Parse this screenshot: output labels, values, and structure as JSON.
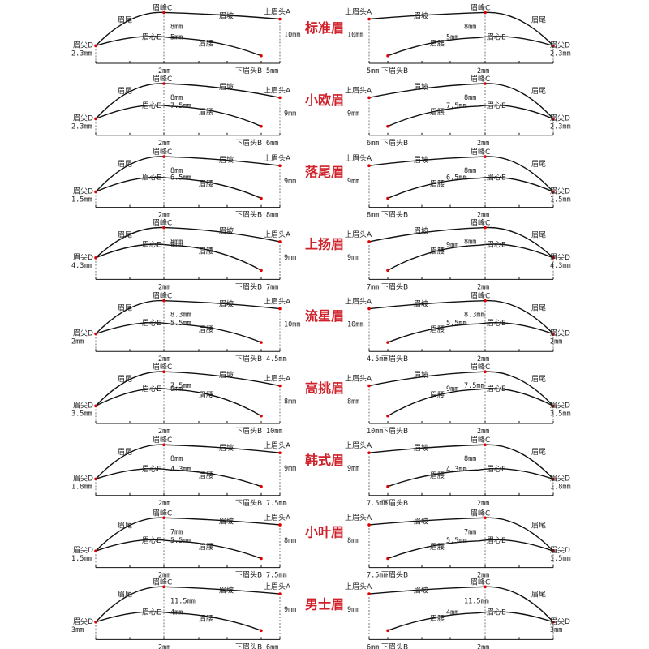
{
  "labels": {
    "tail": "眉尾",
    "peak": "眉峰C",
    "slope": "眉坡",
    "head_top": "上眉头A",
    "tip": "眉尖D",
    "center": "眉心E",
    "waist": "眉腰",
    "head_bottom": "下眉头B",
    "peak_offset": "2mm"
  },
  "rows": [
    {
      "name": "标准眉",
      "tip": "2.3mm",
      "peak_h": "8mm",
      "center_h": "5mm",
      "head": "10mm",
      "head_b": "5mm",
      "shape": {
        "peakY": 0.12,
        "headTopY": 0.25,
        "tipY": 0.78,
        "centerY": 0.62,
        "headBotY": 0.98
      }
    },
    {
      "name": "小欧眉",
      "tip": "2.3mm",
      "peak_h": "8mm",
      "center_h": "7.5mm",
      "head": "9mm",
      "head_b": "6mm",
      "shape": {
        "peakY": 0.1,
        "headTopY": 0.38,
        "tipY": 0.8,
        "centerY": 0.55,
        "headBotY": 0.95
      }
    },
    {
      "name": "落尾眉",
      "tip": "1.5mm",
      "peak_h": "8mm",
      "center_h": "6.5mm",
      "head": "9mm",
      "head_b": "8mm",
      "shape": {
        "peakY": 0.12,
        "headTopY": 0.3,
        "tipY": 0.82,
        "centerY": 0.55,
        "headBotY": 0.95
      }
    },
    {
      "name": "上扬眉",
      "tip": "4.3mm",
      "peak_h": "8mm",
      "center_h": "9mm",
      "head": "9mm",
      "head_b": "7mm",
      "shape": {
        "peakY": 0.1,
        "headTopY": 0.38,
        "tipY": 0.7,
        "centerY": 0.45,
        "headBotY": 0.95
      }
    },
    {
      "name": "流星眉",
      "tip": "2mm",
      "peak_h": "8.3mm",
      "center_h": "5.5mm",
      "head": "10mm",
      "head_b": "4.5mm",
      "shape": {
        "peakY": 0.12,
        "headTopY": 0.28,
        "tipY": 0.78,
        "centerY": 0.58,
        "headBotY": 0.95
      }
    },
    {
      "name": "高挑眉",
      "tip": "3.5mm",
      "peak_h": "7.5mm",
      "center_h": "9mm",
      "head": "8mm",
      "head_b": "10mm",
      "shape": {
        "peakY": 0.1,
        "headTopY": 0.38,
        "tipY": 0.78,
        "centerY": 0.45,
        "headBotY": 0.98
      }
    },
    {
      "name": "韩式眉",
      "tip": "1.8mm",
      "peak_h": "8mm",
      "center_h": "4.3mm",
      "head": "9mm",
      "head_b": "7.5mm",
      "shape": {
        "peakY": 0.12,
        "headTopY": 0.28,
        "tipY": 0.8,
        "centerY": 0.62,
        "headBotY": 0.95
      }
    },
    {
      "name": "小叶眉",
      "tip": "1.5mm",
      "peak_h": "7mm",
      "center_h": "5.5mm",
      "head": "8mm",
      "head_b": "7.5mm",
      "shape": {
        "peakY": 0.14,
        "headTopY": 0.28,
        "tipY": 0.8,
        "centerY": 0.6,
        "headBotY": 0.95
      }
    },
    {
      "name": "男士眉",
      "tip": "3mm",
      "peak_h": "11.5mm",
      "center_h": "4mm",
      "head": "9mm",
      "head_b": "6mm",
      "shape": {
        "peakY": 0.08,
        "headTopY": 0.22,
        "tipY": 0.78,
        "centerY": 0.6,
        "headBotY": 0.95
      }
    }
  ]
}
